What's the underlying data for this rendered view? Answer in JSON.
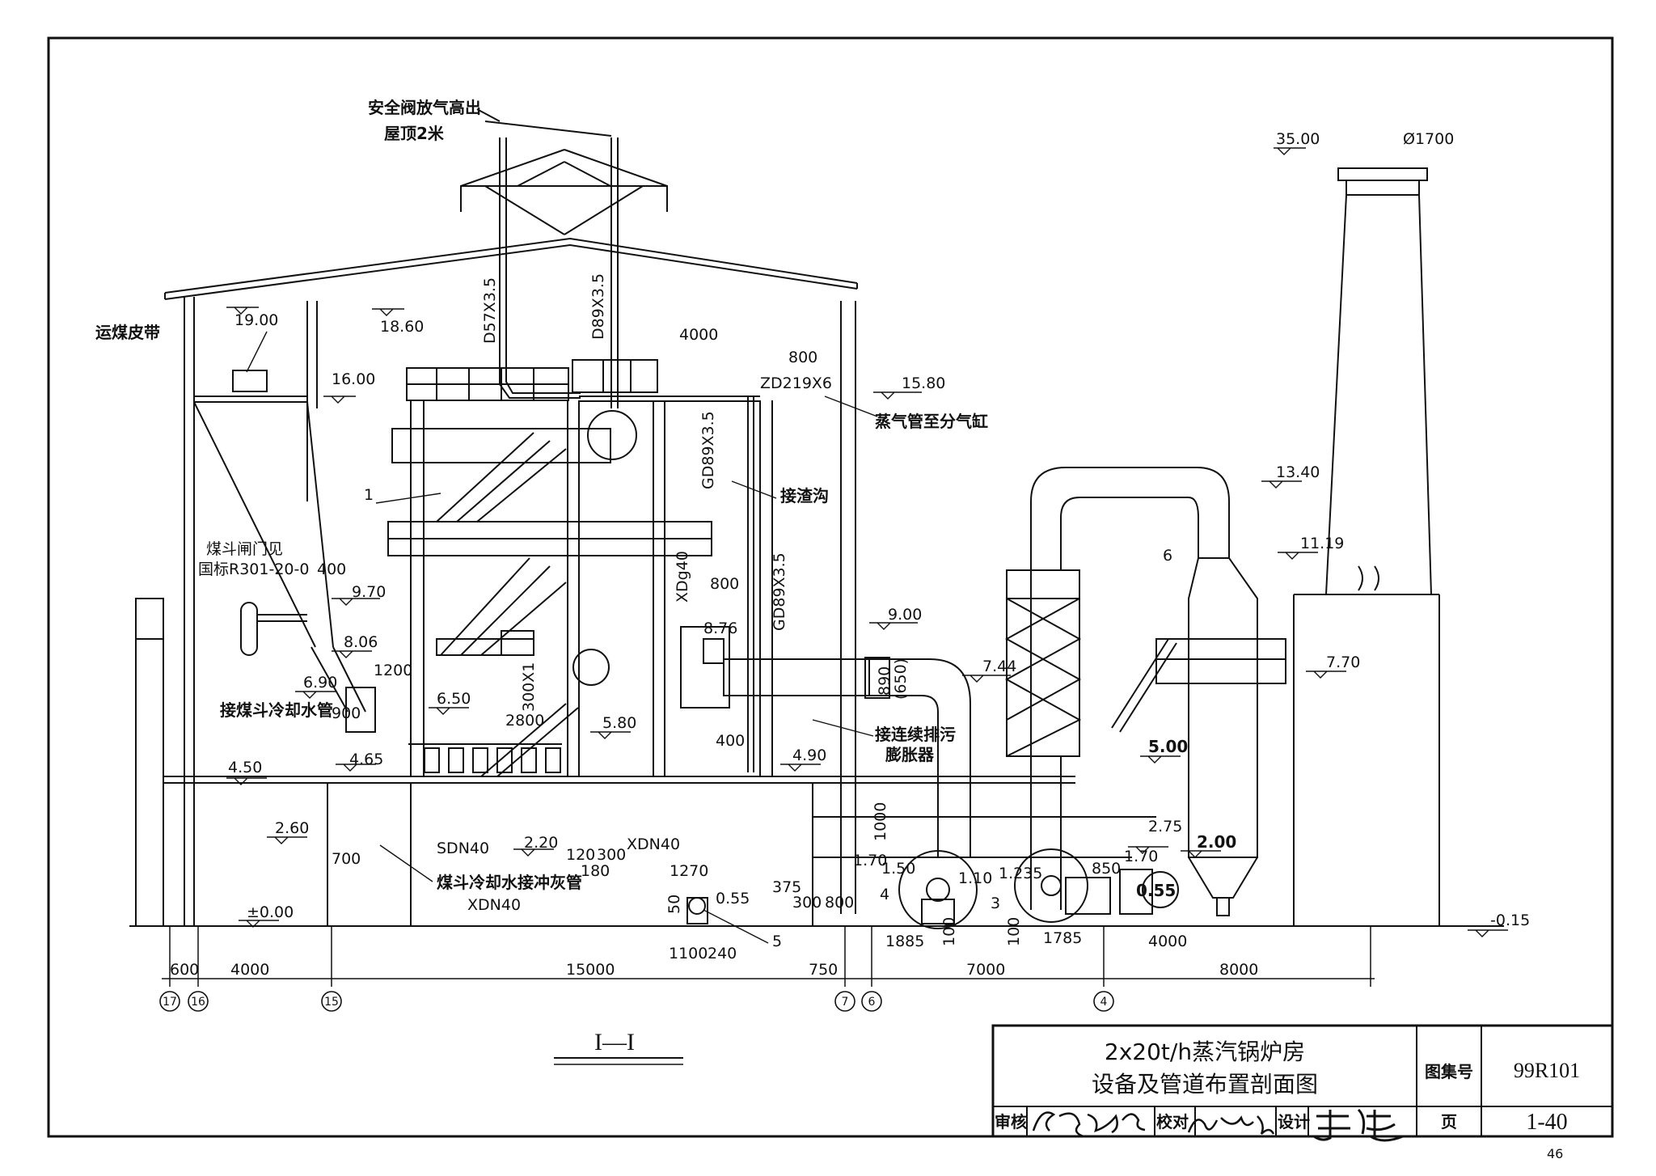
{
  "title_block": {
    "title_line1": "2x20t/h蒸汽锅炉房",
    "title_line2": "设备及管道布置剖面图",
    "atlas_label": "图集号",
    "atlas_number": "99R101",
    "page_label": "页",
    "page_value": "1-40",
    "review_label": "审核",
    "check_label": "校对",
    "design_label": "设计"
  },
  "section_label": "I—I",
  "sheet_number": "46",
  "elevations": {
    "e3500": "35.00",
    "e1900": "19.00",
    "e1860": "18.60",
    "e1600": "16.00",
    "e1580": "15.80",
    "e1340": "13.40",
    "e1119": "11.19",
    "e970": "9.70",
    "e900": "9.00",
    "e806": "8.06",
    "e770": "7.70",
    "e744": "7.44",
    "e690": "6.90",
    "e650": "6.50",
    "e580": "5.80",
    "e500": "5.00",
    "e490": "4.90",
    "e465": "4.65",
    "e450": "4.50",
    "e275": "2.75",
    "e260": "2.60",
    "e220": "2.20",
    "e200": "2.00",
    "e000": "±0.00",
    "em015": "-0.15",
    "e110": "1.10",
    "e1235": "1.235",
    "e170a": "1.70",
    "e170b": "1.70",
    "e150": "1.50",
    "e055a": "0.55",
    "e055b": "0.55"
  },
  "annotations": {
    "safety_vent_1": "安全阀放气高出",
    "safety_vent_2": "屋顶2米",
    "coal_belt": "运煤皮带",
    "steam_to_header": "蒸气管至分气缸",
    "slag_trench": "接渣沟",
    "hopper_gate_1": "煤斗闸门见",
    "hopper_gate_2": "国标R301-20-0",
    "hopper_cooling": "接煤斗冷却水管",
    "blowdown_1": "接连续排污",
    "blowdown_2": "膨胀器",
    "hopper_flush": "煤斗冷却水接冲灰管",
    "chimney_dia": "Ø1700"
  },
  "pipes": {
    "d57": "D57X3.5",
    "d89": "D89X3.5",
    "zd219": "ZD219X6",
    "gd89a": "GD89X3.5",
    "gd89b": "GD89X3.5",
    "xdg40": "XDg40",
    "x300": "300X1",
    "sdn40": "SDN40",
    "xdn40a": "XDN40",
    "xdn40b": "XDN40",
    "d650": "(650)"
  },
  "dimensions": {
    "d4000top": "4000",
    "d800top": "800",
    "d400a": "400",
    "d1200": "1200",
    "d900": "900",
    "d800b": "800",
    "d876": "8.76",
    "d2800": "2800",
    "d400b": "400",
    "d890": "890",
    "d700": "700",
    "d120": "120",
    "d300a": "300",
    "d180": "180",
    "d1270": "1270",
    "d375": "375",
    "d300b": "300",
    "d800c": "800",
    "d50": "50",
    "d1000": "1000",
    "d100a": "100",
    "d850": "850",
    "d1885": "1885",
    "d100b": "100",
    "d1785": "1785",
    "d4000b": "4000",
    "d1100": "1100",
    "d240": "240"
  },
  "axis_dims": {
    "a600": "600",
    "a4000": "4000",
    "a15000": "15000",
    "a750": "750",
    "a7000": "7000",
    "a8000": "8000"
  },
  "axis_labels": [
    "17",
    "16",
    "15",
    "7",
    "6",
    "4"
  ],
  "equipment_numbers": {
    "n1": "1",
    "n3": "3",
    "n4": "4",
    "n5": "5",
    "n6": "6"
  }
}
